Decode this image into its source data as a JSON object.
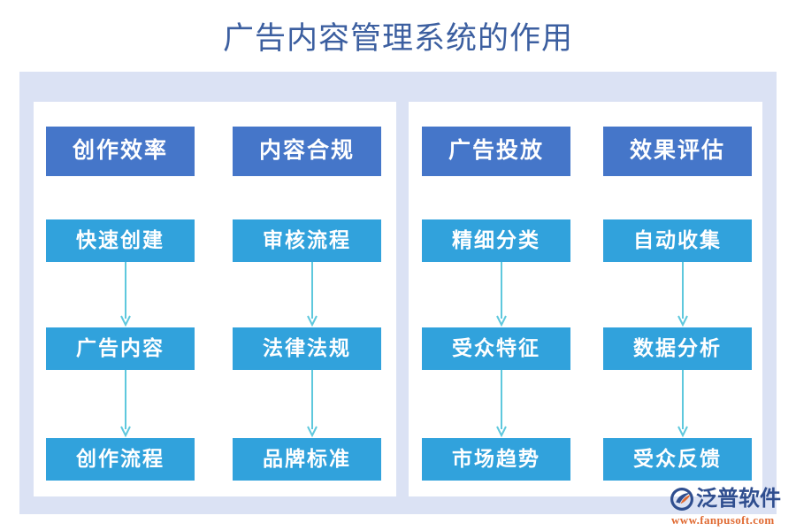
{
  "page": {
    "title": "广告内容管理系统的作用",
    "title_color": "#3c5fa0",
    "background": "#ffffff",
    "frame_color": "#dbe2f4",
    "panel_color": "#ffffff",
    "header_box_color": "#4576c9",
    "step_box_color": "#31a2dc",
    "arrow_color": "#5ec8dd"
  },
  "columns": [
    {
      "header": "创作效率",
      "steps": [
        "快速创建",
        "广告内容",
        "创作流程"
      ]
    },
    {
      "header": "内容合规",
      "steps": [
        "审核流程",
        "法律法规",
        "品牌标准"
      ]
    },
    {
      "header": "广告投放",
      "steps": [
        "精细分类",
        "受众特征",
        "市场趋势"
      ]
    },
    {
      "header": "效果评估",
      "steps": [
        "自动收集",
        "数据分析",
        "受众反馈"
      ]
    }
  ],
  "logo": {
    "name": "泛普软件",
    "url": "www.fanpusoft.com",
    "mark_color": "#2f4e8f",
    "accent_color": "#e06a32"
  }
}
